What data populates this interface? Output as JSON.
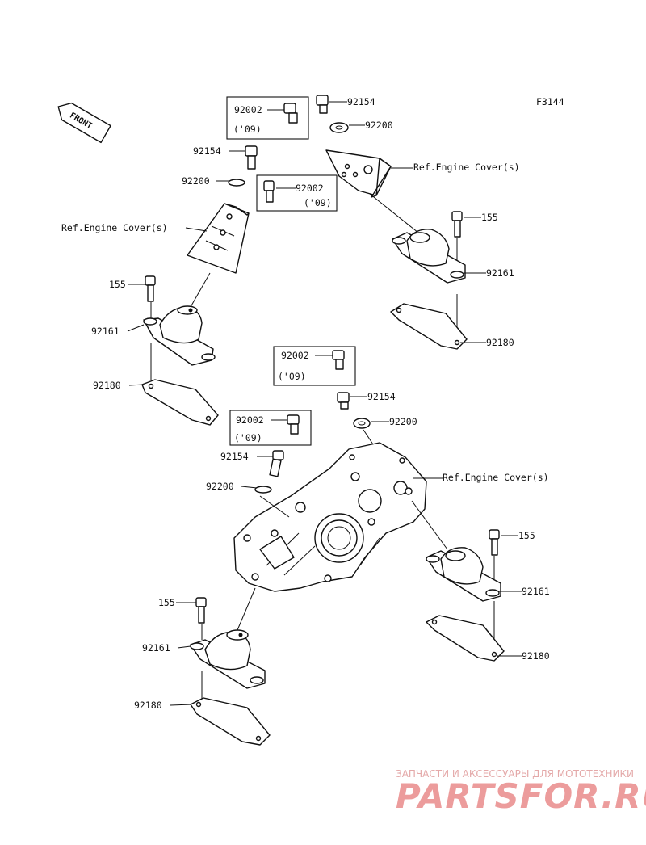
{
  "figure_code": "F3144",
  "front_label": "FRONT",
  "callouts": {
    "part_92002": "92002",
    "part_92154": "92154",
    "part_92200": "92200",
    "part_155": "155",
    "part_92161": "92161",
    "part_92180": "92180",
    "year_note": "('09)",
    "ref_engine_cover": "Ref.Engine Cover(s)"
  },
  "watermark": {
    "tagline": "ЗАПЧАСТИ И АКСЕССУАРЫ ДЛЯ МОТОТЕХНИКИ",
    "brand": "PARTSFOR.RU"
  },
  "colors": {
    "line": "#111111",
    "watermark": "#ec9c9c"
  }
}
